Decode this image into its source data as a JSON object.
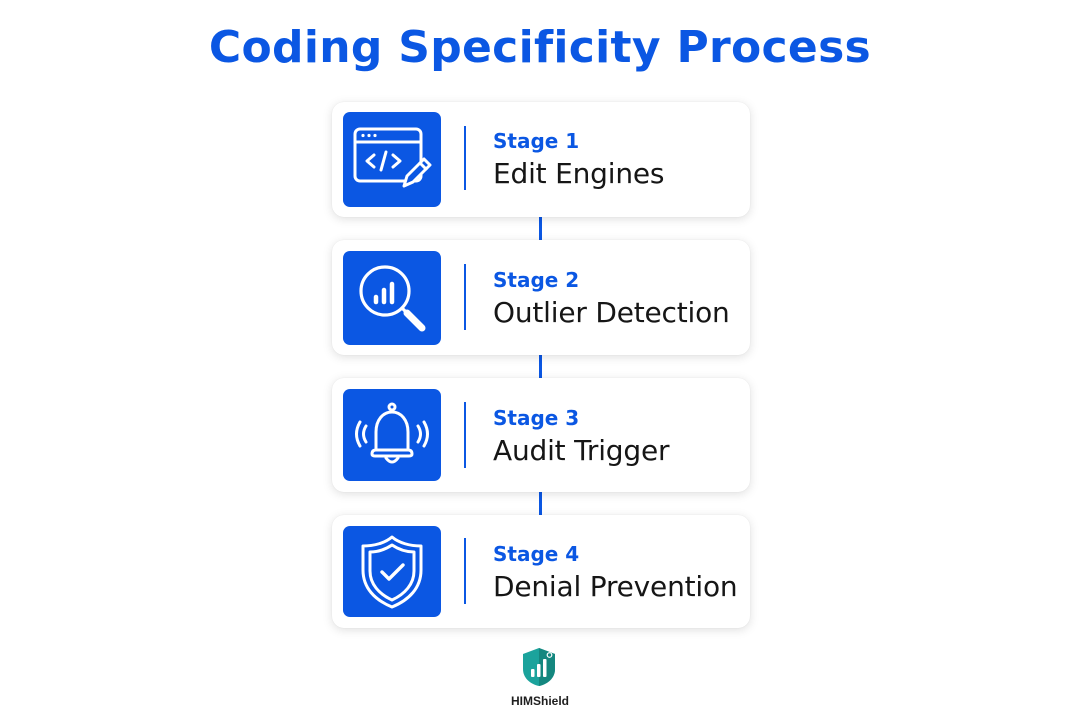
{
  "title": "Coding Specificity Process",
  "colors": {
    "accent": "#0b57e3",
    "logo_teal": "#1ba39c"
  },
  "stages": [
    {
      "label": "Stage 1",
      "name": "Edit Engines",
      "icon": "code-window-pencil-icon"
    },
    {
      "label": "Stage 2",
      "name": "Outlier Detection",
      "icon": "magnifier-bar-chart-icon"
    },
    {
      "label": "Stage 3",
      "name": "Audit Trigger",
      "icon": "ringing-bell-icon"
    },
    {
      "label": "Stage 4",
      "name": "Denial Prevention",
      "icon": "shield-check-icon"
    }
  ],
  "brand": {
    "name": "HIMShield",
    "icon": "shield-chart-logo"
  }
}
